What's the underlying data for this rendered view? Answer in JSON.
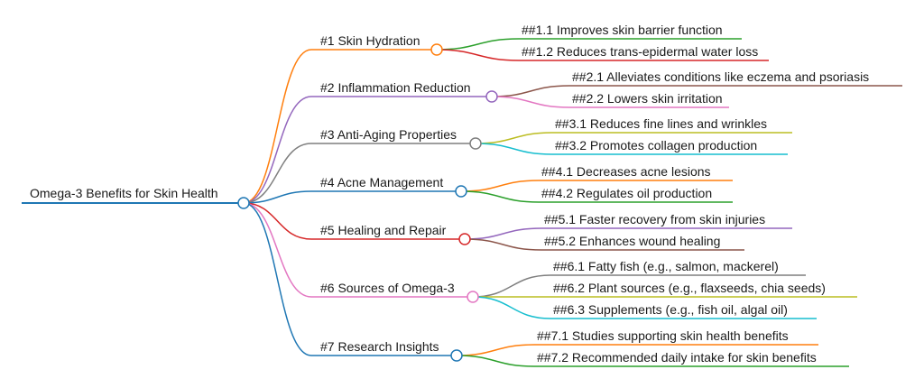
{
  "root": {
    "label": "Omega-3 Benefits for Skin Health",
    "color": "#1f77b4"
  },
  "branches": [
    {
      "label": "#1 Skin Hydration",
      "color": "#ff7f0e",
      "children": [
        {
          "label": "##1.1 Improves skin barrier function",
          "color": "#2ca02c"
        },
        {
          "label": "##1.2 Reduces trans-epidermal water loss",
          "color": "#d62728"
        }
      ]
    },
    {
      "label": "#2 Inflammation Reduction",
      "color": "#9467bd",
      "children": [
        {
          "label": "##2.1 Alleviates conditions like eczema and psoriasis",
          "color": "#8c564b"
        },
        {
          "label": "##2.2 Lowers skin irritation",
          "color": "#e377c2"
        }
      ]
    },
    {
      "label": "#3 Anti-Aging Properties",
      "color": "#7f7f7f",
      "children": [
        {
          "label": "##3.1 Reduces fine lines and wrinkles",
          "color": "#bcbd22"
        },
        {
          "label": "##3.2 Promotes collagen production",
          "color": "#17becf"
        }
      ]
    },
    {
      "label": "#4 Acne Management",
      "color": "#1f77b4",
      "children": [
        {
          "label": "##4.1 Decreases acne lesions",
          "color": "#ff7f0e"
        },
        {
          "label": "##4.2 Regulates oil production",
          "color": "#2ca02c"
        }
      ]
    },
    {
      "label": "#5 Healing and Repair",
      "color": "#d62728",
      "children": [
        {
          "label": "##5.1 Faster recovery from skin injuries",
          "color": "#9467bd"
        },
        {
          "label": "##5.2 Enhances wound healing",
          "color": "#8c564b"
        }
      ]
    },
    {
      "label": "#6 Sources of Omega-3",
      "color": "#e377c2",
      "children": [
        {
          "label": "##6.1 Fatty fish (e.g., salmon, mackerel)",
          "color": "#7f7f7f"
        },
        {
          "label": "##6.2 Plant sources (e.g., flaxseeds, chia seeds)",
          "color": "#bcbd22"
        },
        {
          "label": "##6.3 Supplements (e.g., fish oil, algal oil)",
          "color": "#17becf"
        }
      ]
    },
    {
      "label": "#7 Research Insights",
      "color": "#1f77b4",
      "children": [
        {
          "label": "##7.1 Studies supporting skin health benefits",
          "color": "#ff7f0e"
        },
        {
          "label": "##7.2 Recommended daily intake for skin benefits",
          "color": "#2ca02c"
        }
      ]
    }
  ]
}
